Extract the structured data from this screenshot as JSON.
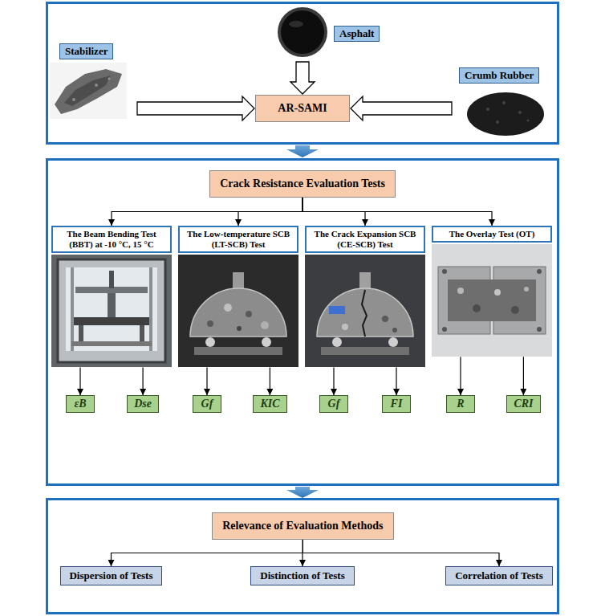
{
  "diagram": {
    "nodes": [
      {
        "text": [
          "Asphalt"
        ]
      },
      {
        "text": [
          "Stabilizer"
        ]
      },
      {
        "text": [
          "Crumb Rubber"
        ]
      },
      {
        "text": [
          "AR-SAMI"
        ]
      },
      {
        "text": [
          "Crack Resistance Evaluation Tests"
        ]
      },
      {
        "text": [
          "The Beam Bending Test (BBT) at -10 °C, 15 °C"
        ]
      },
      {
        "text": [
          "The Low-temperature SCB (LT-SCB) Test"
        ]
      },
      {
        "text": [
          "The Crack Expansion SCB (CE-SCB) Test"
        ]
      },
      {
        "text": [
          "The Overlay Test (OT)"
        ]
      },
      {
        "text": [
          "εB"
        ]
      },
      {
        "text": [
          "Dse"
        ]
      },
      {
        "text": [
          "Gf"
        ]
      },
      {
        "text": [
          "KIC"
        ]
      },
      {
        "text": [
          "Gf"
        ]
      },
      {
        "text": [
          "FI"
        ]
      },
      {
        "text": [
          "R"
        ]
      },
      {
        "text": [
          "CRI"
        ]
      },
      {
        "text": [
          "Relevance of Evaluation Methods"
        ]
      },
      {
        "text": [
          "Dispersion of Tests"
        ]
      },
      {
        "text": [
          "Distinction of Tests"
        ]
      },
      {
        "text": [
          "Correlation of Tests"
        ]
      }
    ],
    "edges": [
      {
        "from": 0,
        "to": 3,
        "arrow": "to"
      },
      {
        "from": 1,
        "to": 3,
        "arrow": "to"
      },
      {
        "from": 2,
        "to": 3,
        "arrow": "to"
      },
      {
        "from": 4,
        "to": 5,
        "arrow": "to"
      },
      {
        "from": 4,
        "to": 6,
        "arrow": "to"
      },
      {
        "from": 4,
        "to": 7,
        "arrow": "to"
      },
      {
        "from": 4,
        "to": 8,
        "arrow": "to"
      },
      {
        "from": 5,
        "to": 9,
        "arrow": "to"
      },
      {
        "from": 5,
        "to": 10,
        "arrow": "to"
      },
      {
        "from": 6,
        "to": 11,
        "arrow": "to"
      },
      {
        "from": 6,
        "to": 12,
        "arrow": "to"
      },
      {
        "from": 7,
        "to": 13,
        "arrow": "to"
      },
      {
        "from": 7,
        "to": 14,
        "arrow": "to"
      },
      {
        "from": 8,
        "to": 15,
        "arrow": "to"
      },
      {
        "from": 8,
        "to": 16,
        "arrow": "to"
      },
      {
        "from": 17,
        "to": 18,
        "arrow": "to"
      },
      {
        "from": 17,
        "to": 19,
        "arrow": "to"
      },
      {
        "from": 17,
        "to": 20,
        "arrow": "to"
      }
    ]
  }
}
